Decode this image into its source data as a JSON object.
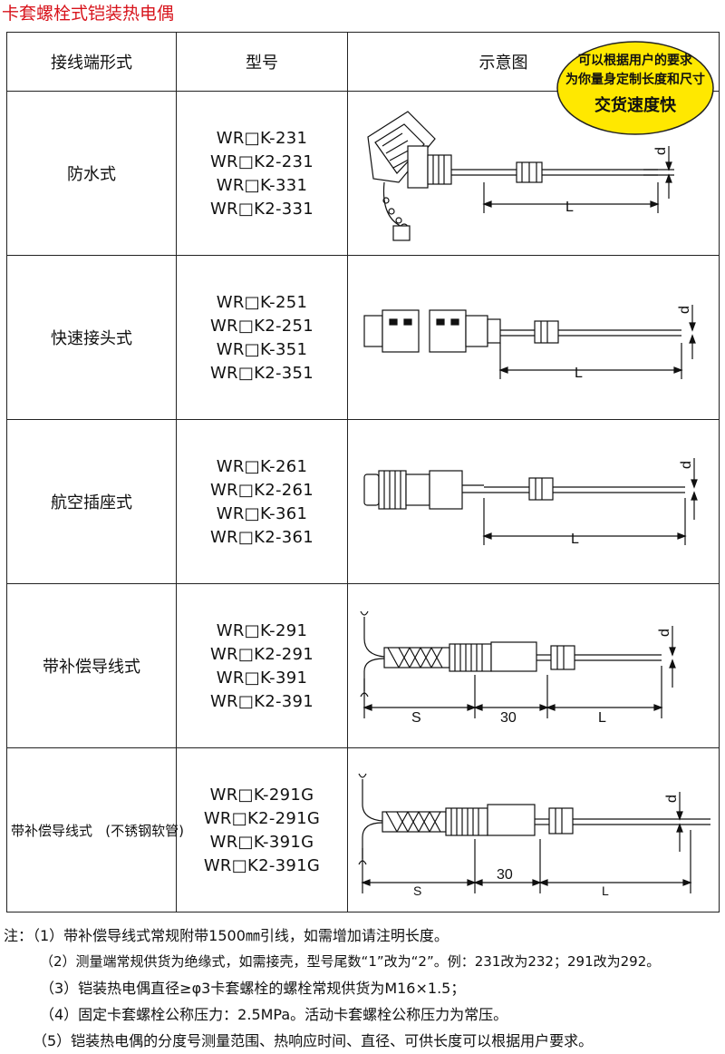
{
  "title": "卡套螺栓式铠装热电偶",
  "table": {
    "headers": [
      "接线端形式",
      "型号",
      "示意图"
    ],
    "rows": [
      {
        "terminal": "防水式",
        "models": [
          "WR□K-231",
          "WR□K2-231",
          "WR□K-331",
          "WR□K2-331"
        ]
      },
      {
        "terminal": "快速接头式",
        "models": [
          "WR□K-251",
          "WR□K2-251",
          "WR□K-351",
          "WR□K2-351"
        ]
      },
      {
        "terminal": "航空插座式",
        "models": [
          "WR□K-261",
          "WR□K2-261",
          "WR□K-361",
          "WR□K2-361"
        ]
      },
      {
        "terminal": "带补偿导线式",
        "models": [
          "WR□K-291",
          "WR□K2-291",
          "WR□K-391",
          "WR□K2-391"
        ]
      },
      {
        "terminal": "带补偿导线式   (不锈钢软管)",
        "models": [
          "WR□K-291G",
          "WR□K2-291G",
          "WR□K-391G",
          "WR□K2-391G"
        ]
      }
    ]
  },
  "badge": {
    "line1": "可以根据用户的要求",
    "line2": "为你量身定制长度和尺寸",
    "line3": "交货速度快",
    "color": "#ffe800"
  },
  "diagram_labels": {
    "d": "d",
    "L": "L",
    "S": "S",
    "thirty": "30"
  },
  "notes": [
    "注：（1）带补偿导线式常规附带1500㎜引线，如需增加请注明长度。",
    "（2）测量端常规供货为绝缘式，如需接壳，型号尾数“1”改为“2”。例：231改为232；291改为292。",
    "（3）铠装热电偶直径≥φ3卡套螺栓的螺栓常规供货为M16×1.5；",
    "（4）固定卡套螺栓公称压力：2.5MPa。活动卡套螺栓公称压力为常压。",
    "（5）铠装热电偶的分度号测量范围、热响应时间、直径、可供长度可以根据用户要求。"
  ]
}
